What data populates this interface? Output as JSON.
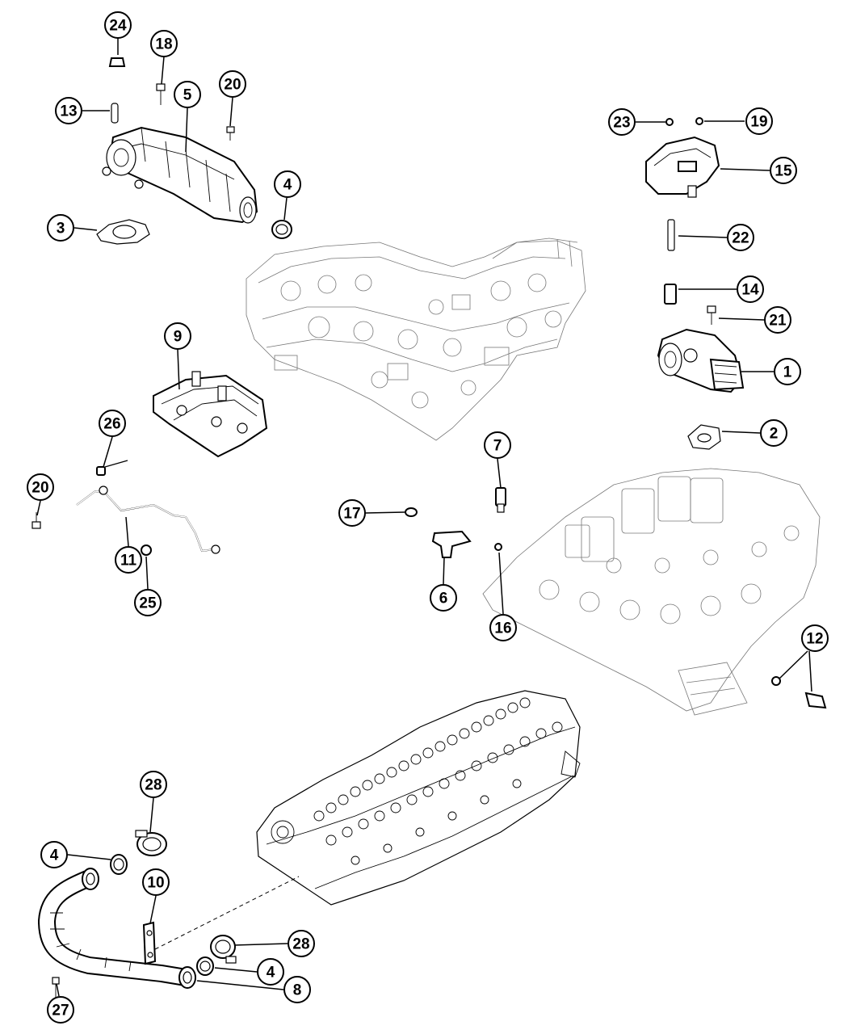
{
  "callouts": [
    {
      "id": "c24a",
      "label": "24"
    },
    {
      "id": "c18",
      "label": "18"
    },
    {
      "id": "c20a",
      "label": "20"
    },
    {
      "id": "c13",
      "label": "13"
    },
    {
      "id": "c5",
      "label": "5"
    },
    {
      "id": "c4a",
      "label": "4"
    },
    {
      "id": "c3",
      "label": "3"
    },
    {
      "id": "c23",
      "label": "23"
    },
    {
      "id": "c19",
      "label": "19"
    },
    {
      "id": "c15",
      "label": "15"
    },
    {
      "id": "c22",
      "label": "22"
    },
    {
      "id": "c14",
      "label": "14"
    },
    {
      "id": "c21",
      "label": "21"
    },
    {
      "id": "c1",
      "label": "1"
    },
    {
      "id": "c2",
      "label": "2"
    },
    {
      "id": "c9",
      "label": "9"
    },
    {
      "id": "c26",
      "label": "26"
    },
    {
      "id": "c20b",
      "label": "20"
    },
    {
      "id": "c11",
      "label": "11"
    },
    {
      "id": "c25",
      "label": "25"
    },
    {
      "id": "c7",
      "label": "7"
    },
    {
      "id": "c17",
      "label": "17"
    },
    {
      "id": "c6",
      "label": "6"
    },
    {
      "id": "c16",
      "label": "16"
    },
    {
      "id": "c12",
      "label": "12"
    },
    {
      "id": "c28a",
      "label": "28"
    },
    {
      "id": "c4b",
      "label": "4"
    },
    {
      "id": "c10",
      "label": "10"
    },
    {
      "id": "c28b",
      "label": "28"
    },
    {
      "id": "c4c",
      "label": "4"
    },
    {
      "id": "c8",
      "label": "8"
    },
    {
      "id": "c27",
      "label": "27"
    }
  ]
}
